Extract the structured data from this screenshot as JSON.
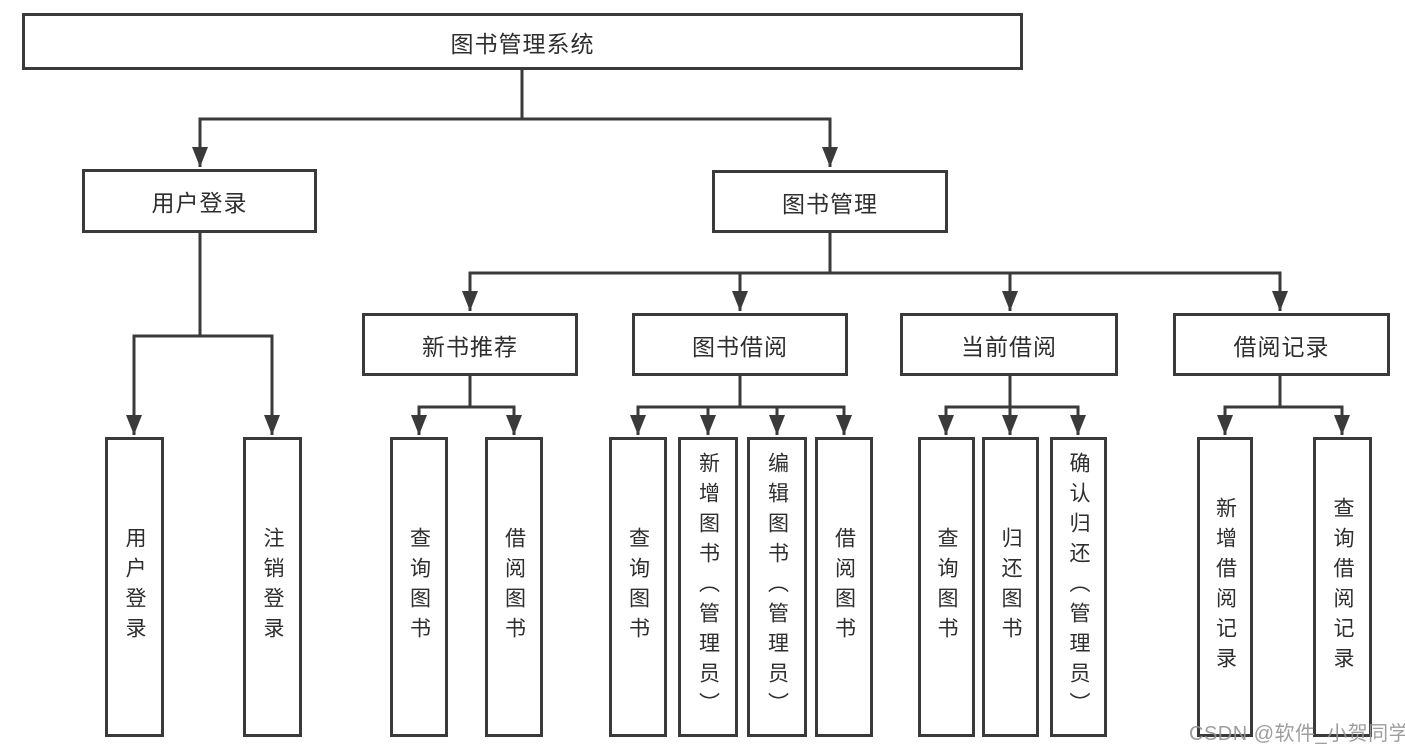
{
  "diagram": {
    "root": {
      "label": "图书管理系统"
    },
    "level2": [
      {
        "label": "用户登录",
        "parent": "图书管理系统"
      },
      {
        "label": "图书管理",
        "parent": "图书管理系统"
      }
    ],
    "level3": [
      {
        "label": "新书推荐",
        "parent": "图书管理"
      },
      {
        "label": "图书借阅",
        "parent": "图书管理"
      },
      {
        "label": "当前借阅",
        "parent": "图书管理"
      },
      {
        "label": "借阅记录",
        "parent": "图书管理"
      }
    ],
    "leaves": [
      {
        "label": "用户登录",
        "parent": "用户登录"
      },
      {
        "label": "注销登录",
        "parent": "用户登录"
      },
      {
        "label": "查询图书",
        "parent": "新书推荐"
      },
      {
        "label": "借阅图书",
        "parent": "新书推荐"
      },
      {
        "label": "查询图书",
        "parent": "图书借阅"
      },
      {
        "label": "新增图书（管理员）",
        "parent": "图书借阅"
      },
      {
        "label": "编辑图书（管理员）",
        "parent": "图书借阅"
      },
      {
        "label": "借阅图书",
        "parent": "图书借阅"
      },
      {
        "label": "查询图书",
        "parent": "当前借阅"
      },
      {
        "label": "归还图书",
        "parent": "当前借阅"
      },
      {
        "label": "确认归还（管理员）",
        "parent": "当前借阅"
      },
      {
        "label": "新增借阅记录",
        "parent": "借阅记录"
      },
      {
        "label": "查询借阅记录",
        "parent": "借阅记录"
      }
    ],
    "colors": {
      "line": "#3a3a3a",
      "box_border": "#3a3a3a",
      "text": "#2e2e2e",
      "background": "#ffffff",
      "watermark": "#949494"
    }
  },
  "watermark": {
    "text": "CSDN @软件_小贺同学"
  }
}
